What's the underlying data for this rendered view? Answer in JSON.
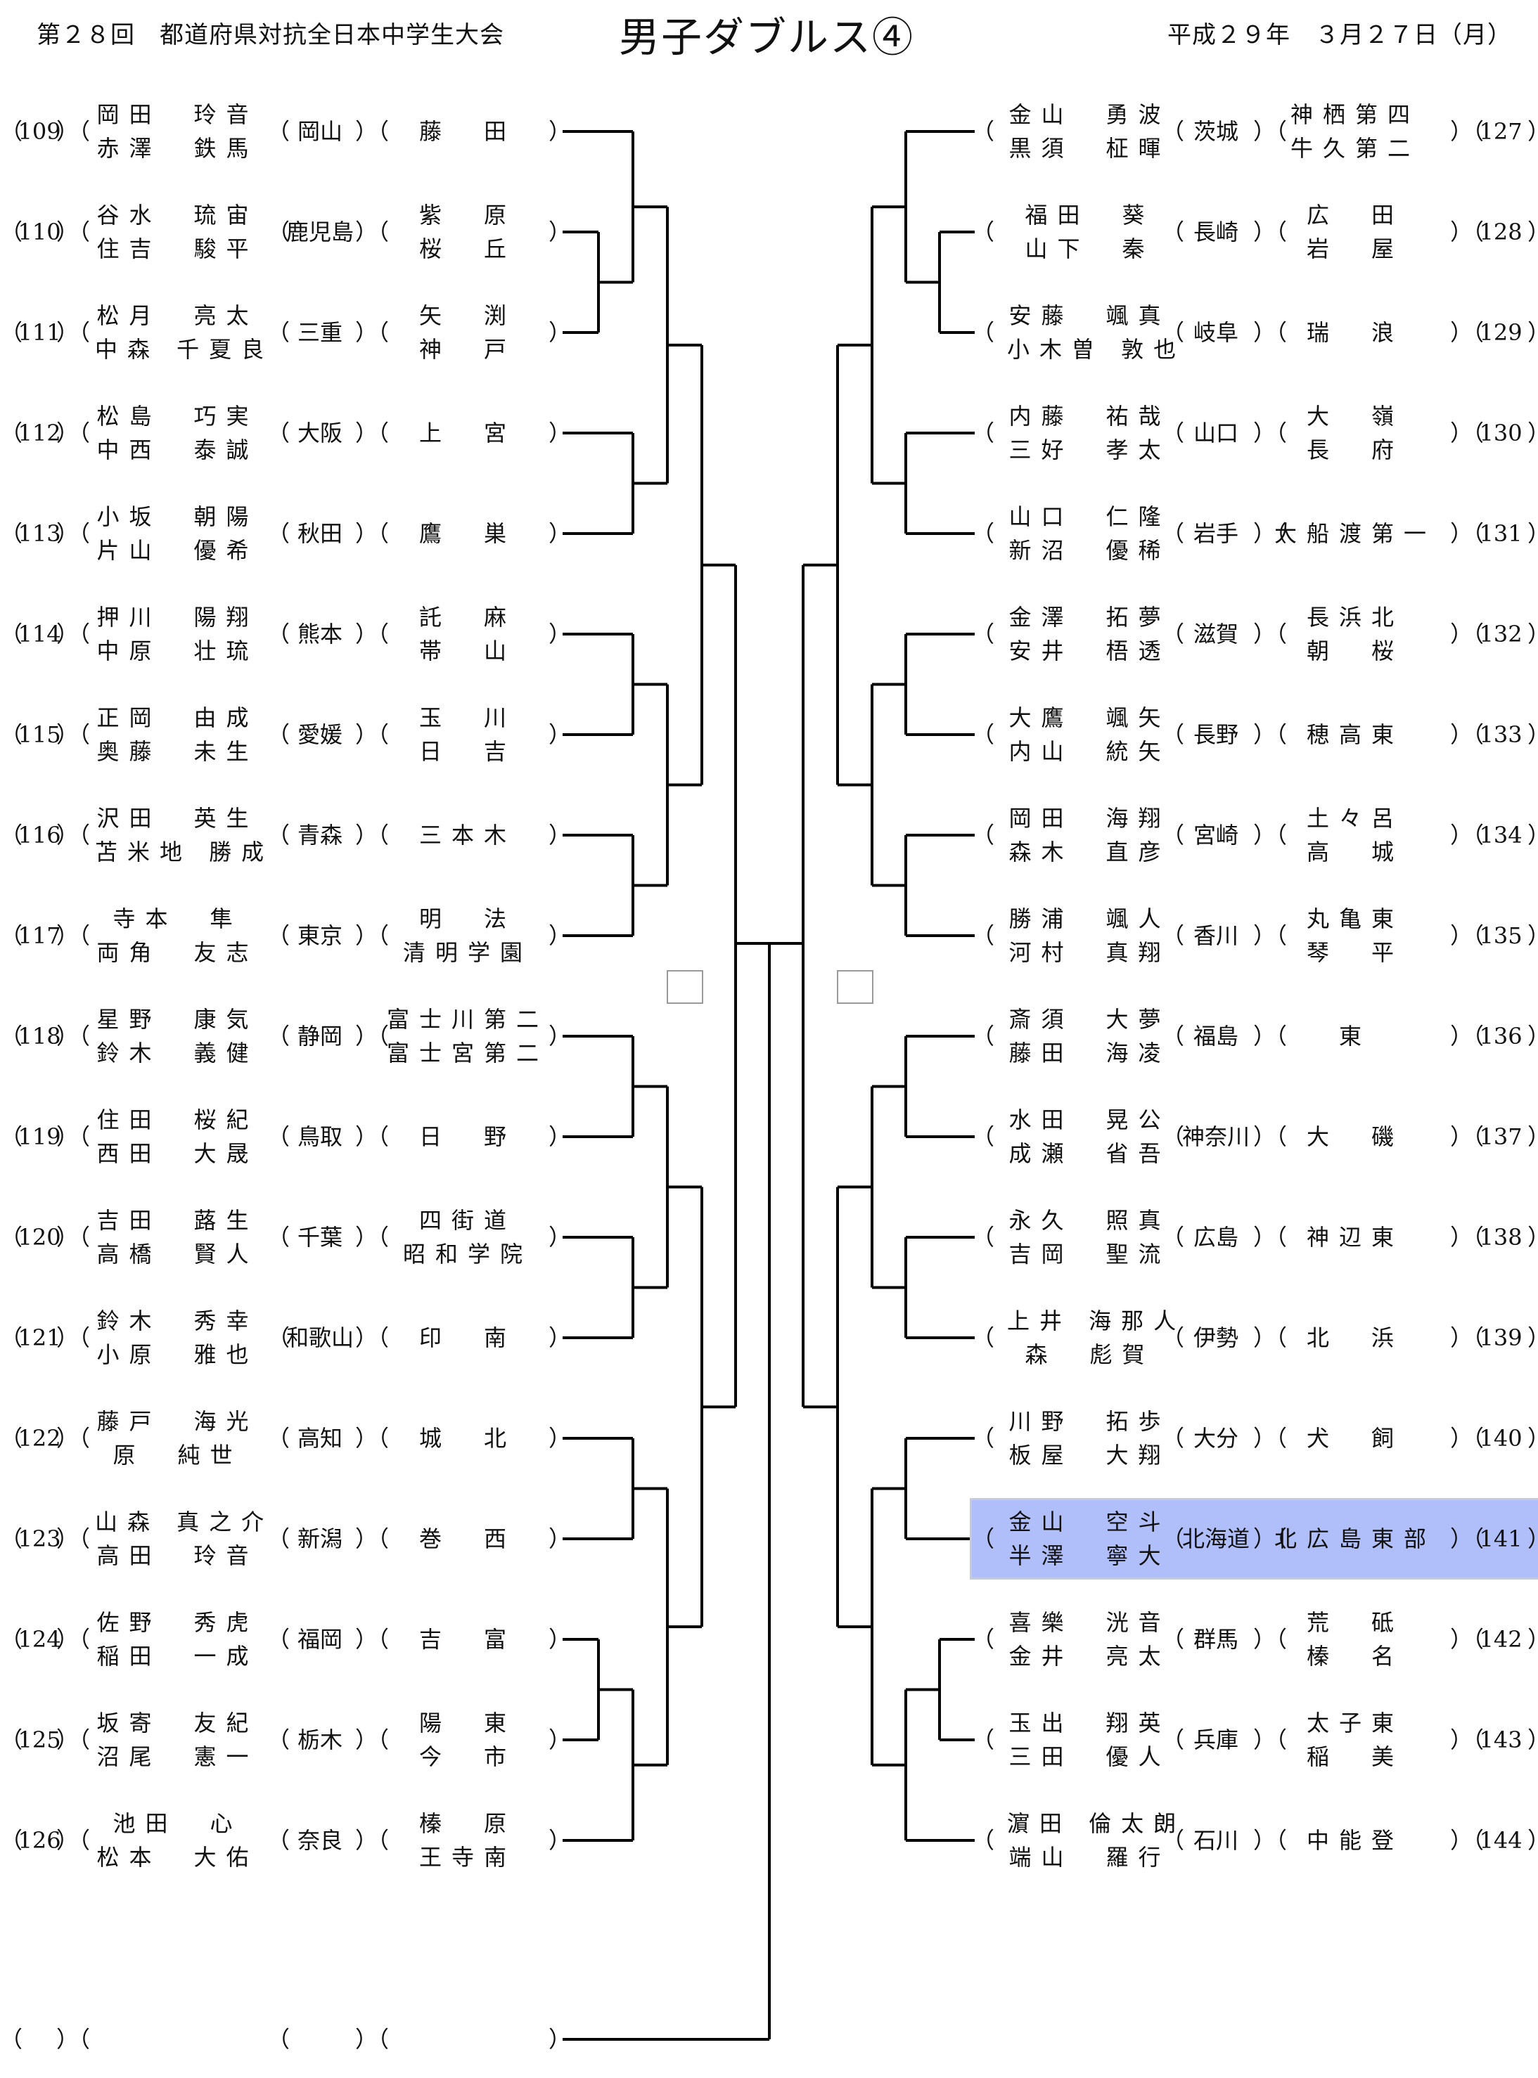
{
  "header": {
    "event": "第２８回　都道府県対抗全日本中学生大会",
    "title": "男子ダブルス④",
    "date": "平成２９年　３月２７日（月）"
  },
  "colors": {
    "highlight": "#b0bffa",
    "line": "#000000"
  },
  "left_entries": [
    {
      "no": "109",
      "players": [
        "岡田　玲音",
        "赤澤　鉄馬"
      ],
      "pref": "岡山",
      "school": [
        "藤　田"
      ]
    },
    {
      "no": "110",
      "players": [
        "谷水　琉宙",
        "住吉　駿平"
      ],
      "pref": "鹿児島",
      "school": [
        "紫　原",
        "桜　丘"
      ]
    },
    {
      "no": "111",
      "players": [
        "松月　亮太",
        "中森 千夏良"
      ],
      "pref": "三重",
      "school": [
        "矢　渕",
        "神　戸"
      ]
    },
    {
      "no": "112",
      "players": [
        "松島　巧実",
        "中西　泰誠"
      ],
      "pref": "大阪",
      "school": [
        "上　宮"
      ]
    },
    {
      "no": "113",
      "players": [
        "小坂　朝陽",
        "片山　優希"
      ],
      "pref": "秋田",
      "school": [
        "鷹　巣"
      ]
    },
    {
      "no": "114",
      "players": [
        "押川　陽翔",
        "中原　壮琉"
      ],
      "pref": "熊本",
      "school": [
        "託　麻",
        "帯　山"
      ]
    },
    {
      "no": "115",
      "players": [
        "正岡　由成",
        "奥藤　未生"
      ],
      "pref": "愛媛",
      "school": [
        "玉　川",
        "日　吉"
      ]
    },
    {
      "no": "116",
      "players": [
        "沢田　英生",
        "苫米地 勝成"
      ],
      "pref": "青森",
      "school": [
        "三本木"
      ]
    },
    {
      "no": "117",
      "players": [
        "寺本　隼",
        "両角　友志"
      ],
      "pref": "東京",
      "school": [
        "明　法",
        "清明学園"
      ]
    },
    {
      "no": "118",
      "players": [
        "星野　康気",
        "鈴木　義健"
      ],
      "pref": "静岡",
      "school": [
        "富士川第二",
        "富士宮第二"
      ]
    },
    {
      "no": "119",
      "players": [
        "住田　桜紀",
        "西田　大晟"
      ],
      "pref": "鳥取",
      "school": [
        "日　野"
      ]
    },
    {
      "no": "120",
      "players": [
        "吉田　蕗生",
        "高橋　賢人"
      ],
      "pref": "千葉",
      "school": [
        "四街道",
        "昭和学院"
      ]
    },
    {
      "no": "121",
      "players": [
        "鈴木　秀幸",
        "小原　雅也"
      ],
      "pref": "和歌山",
      "school": [
        "印　南"
      ]
    },
    {
      "no": "122",
      "players": [
        "藤戸　海光",
        "原　純世"
      ],
      "pref": "高知",
      "school": [
        "城　北"
      ]
    },
    {
      "no": "123",
      "players": [
        "山森 真之介",
        "高田　玲音"
      ],
      "pref": "新潟",
      "school": [
        "巻　西"
      ]
    },
    {
      "no": "124",
      "players": [
        "佐野　秀虎",
        "稲田　一成"
      ],
      "pref": "福岡",
      "school": [
        "吉　富"
      ]
    },
    {
      "no": "125",
      "players": [
        "坂寄　友紀",
        "沼尾　憲一"
      ],
      "pref": "栃木",
      "school": [
        "陽　東",
        "今　市"
      ]
    },
    {
      "no": "126",
      "players": [
        "池田　心",
        "松本　大佑"
      ],
      "pref": "奈良",
      "school": [
        "榛　原",
        "王寺南"
      ]
    },
    {
      "no": "",
      "players": [],
      "pref": "",
      "school": []
    }
  ],
  "right_entries": [
    {
      "no": "127",
      "players": [
        "金山　勇波",
        "黒須　柾暉"
      ],
      "pref": "茨城",
      "school": [
        "神栖第四",
        "牛久第二"
      ]
    },
    {
      "no": "128",
      "players": [
        "福田　葵",
        "山下　秦"
      ],
      "pref": "長崎",
      "school": [
        "広　田",
        "岩　屋"
      ]
    },
    {
      "no": "129",
      "players": [
        "安藤　颯真",
        "小木曽 敦也"
      ],
      "pref": "岐阜",
      "school": [
        "瑞　浪"
      ]
    },
    {
      "no": "130",
      "players": [
        "内藤　祐哉",
        "三好　孝太"
      ],
      "pref": "山口",
      "school": [
        "大　嶺",
        "長　府"
      ]
    },
    {
      "no": "131",
      "players": [
        "山口　仁隆",
        "新沼　優稀"
      ],
      "pref": "岩手",
      "school": [
        "大船渡第一"
      ]
    },
    {
      "no": "132",
      "players": [
        "金澤　拓夢",
        "安井　梧透"
      ],
      "pref": "滋賀",
      "school": [
        "長浜北",
        "朝　桜"
      ]
    },
    {
      "no": "133",
      "players": [
        "大鷹　颯矢",
        "内山　統矢"
      ],
      "pref": "長野",
      "school": [
        "穂高東"
      ]
    },
    {
      "no": "134",
      "players": [
        "岡田　海翔",
        "森木　直彦"
      ],
      "pref": "宮崎",
      "school": [
        "土々呂",
        "高　城"
      ]
    },
    {
      "no": "135",
      "players": [
        "勝浦　颯人",
        "河村　真翔"
      ],
      "pref": "香川",
      "school": [
        "丸亀東",
        "琴　平"
      ]
    },
    {
      "no": "136",
      "players": [
        "斎須　大夢",
        "藤田　海凌"
      ],
      "pref": "福島",
      "school": [
        "東"
      ]
    },
    {
      "no": "137",
      "players": [
        "水田　晃公",
        "成瀬　省吾"
      ],
      "pref": "神奈川",
      "school": [
        "大　磯"
      ]
    },
    {
      "no": "138",
      "players": [
        "永久　照真",
        "吉岡　聖流"
      ],
      "pref": "広島",
      "school": [
        "神辺東"
      ]
    },
    {
      "no": "139",
      "players": [
        "上井 海那人",
        "森　彪賀"
      ],
      "pref": "伊勢",
      "school": [
        "北　浜"
      ]
    },
    {
      "no": "140",
      "players": [
        "川野　拓歩",
        "板屋　大翔"
      ],
      "pref": "大分",
      "school": [
        "犬　飼"
      ]
    },
    {
      "no": "141",
      "players": [
        "金山　空斗",
        "半澤　寧大"
      ],
      "pref": "北海道",
      "school": [
        "北広島東部"
      ],
      "highlighted": true
    },
    {
      "no": "142",
      "players": [
        "喜樂　洸音",
        "金井　亮太"
      ],
      "pref": "群馬",
      "school": [
        "荒　砥",
        "榛　名"
      ]
    },
    {
      "no": "143",
      "players": [
        "玉出　翔英",
        "三田　優人"
      ],
      "pref": "兵庫",
      "school": [
        "太子東",
        "稲　美"
      ]
    },
    {
      "no": "144",
      "players": [
        "濵田 倫太朗",
        "端山　羅行"
      ],
      "pref": "石川",
      "school": [
        "中能登"
      ]
    }
  ]
}
